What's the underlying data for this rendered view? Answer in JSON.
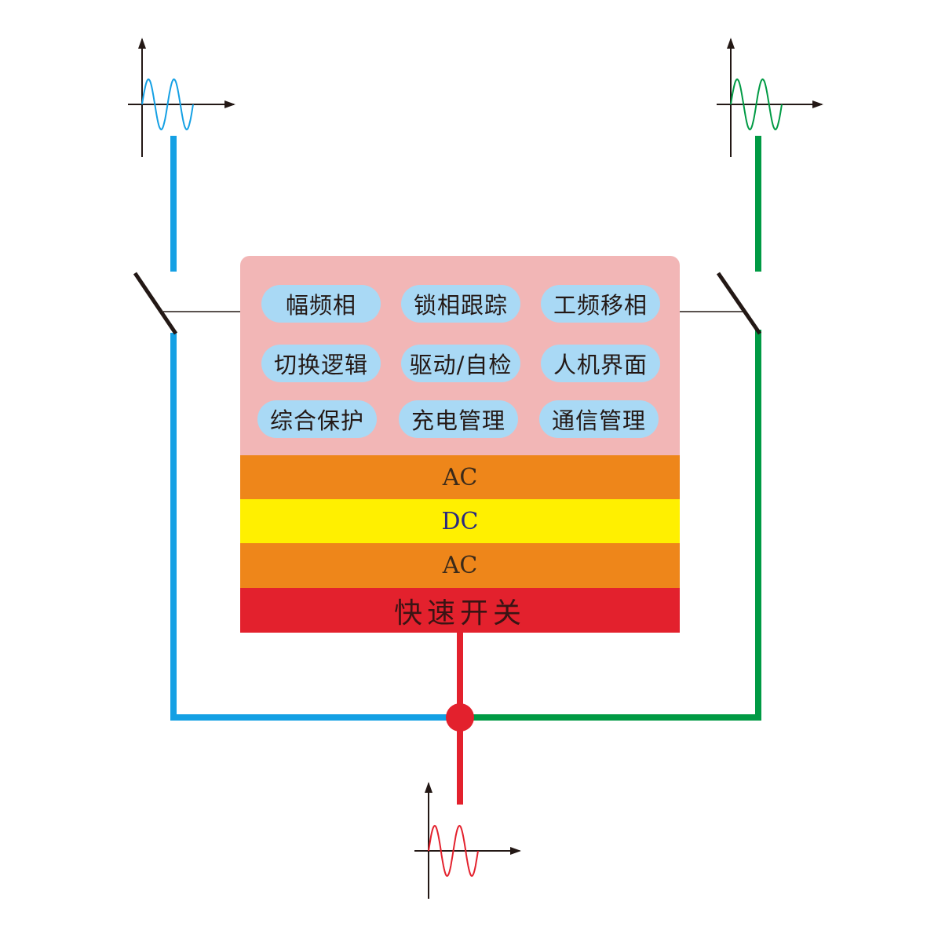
{
  "colors": {
    "source_a": "#14a0e4",
    "source_b": "#009a44",
    "output": "#e3212d",
    "panel": "#f2b6b6",
    "pill": "#a9d9f5",
    "ac_band": "#ee861a",
    "dc_band": "#fff000",
    "switch_band": "#e3212d"
  },
  "functions": [
    {
      "label": "幅频相"
    },
    {
      "label": "锁相跟踪"
    },
    {
      "label": "工频移相"
    },
    {
      "label": "切换逻辑"
    },
    {
      "label": "驱动/自检"
    },
    {
      "label": "人机界面"
    },
    {
      "label": "综合保护"
    },
    {
      "label": "充电管理"
    },
    {
      "label": "通信管理"
    }
  ],
  "bands": [
    {
      "label": "AC"
    },
    {
      "label": "DC"
    },
    {
      "label": "AC"
    },
    {
      "label": "快速开关"
    }
  ],
  "icons": {
    "source_a": "sine-wave-icon",
    "source_b": "sine-wave-icon",
    "output": "sine-wave-icon"
  }
}
